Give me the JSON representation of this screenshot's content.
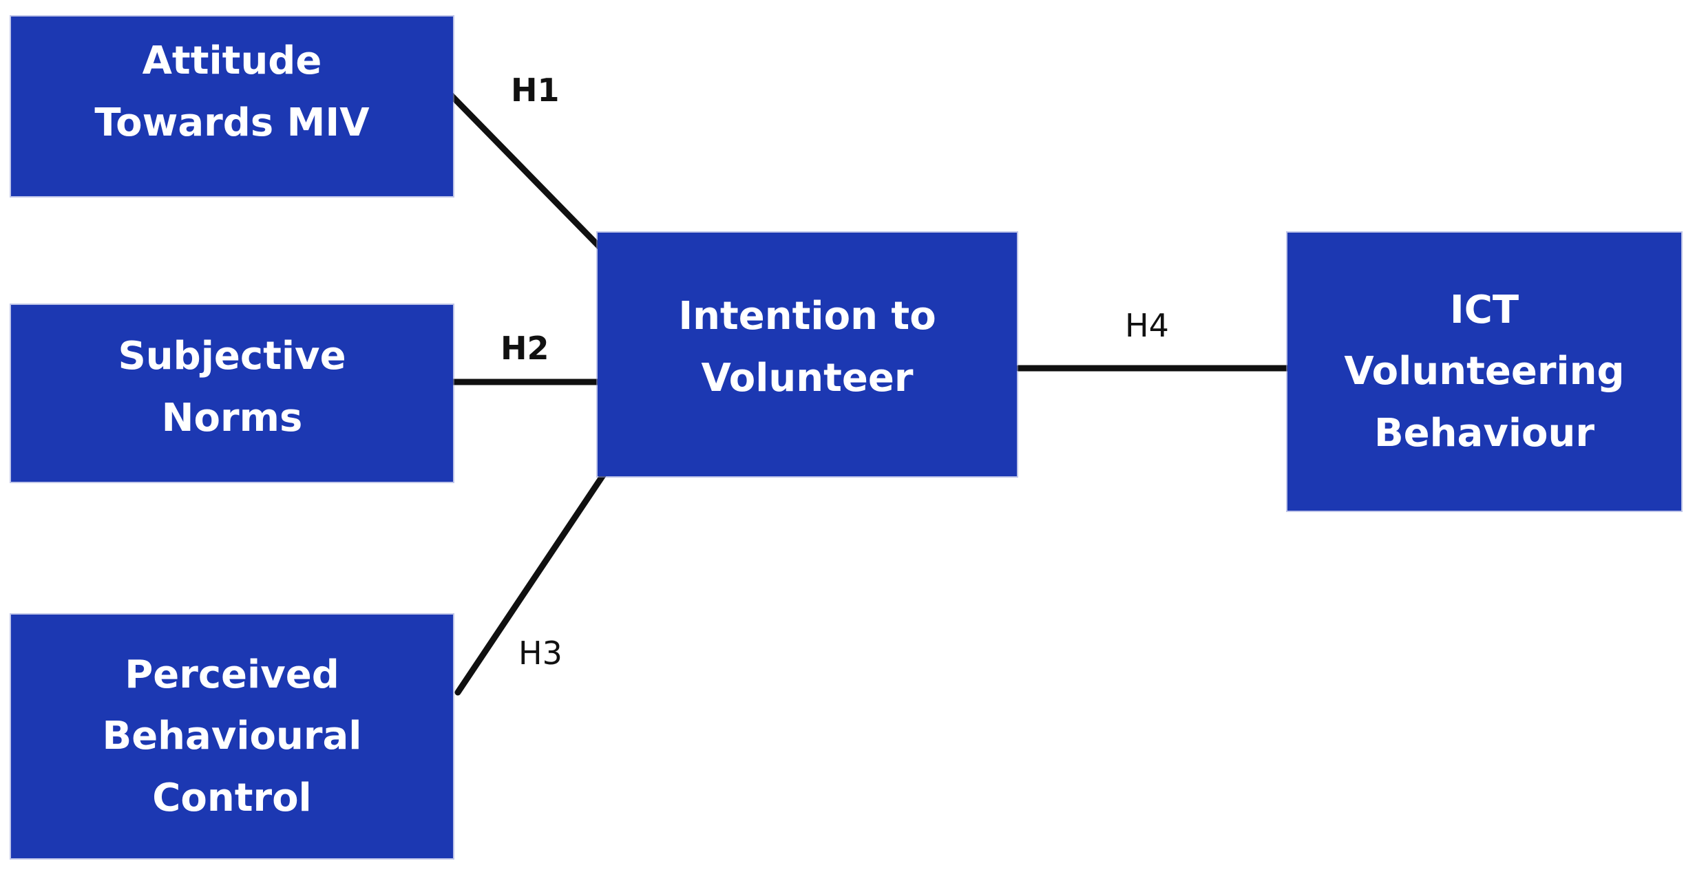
{
  "diagram": {
    "nodes": {
      "attitude": {
        "label": "Attitude\nTowards MIV"
      },
      "subjective_norms": {
        "label": "Subjective\nNorms"
      },
      "perceived_behavioural_control": {
        "label": "Perceived\nBehavioural\nControl"
      },
      "intention": {
        "label": "Intention to\nVolunteer"
      },
      "ict_volunteering_behaviour": {
        "label": "ICT\nVolunteering\nBehaviour"
      }
    },
    "edges": {
      "h1": {
        "label": "H1",
        "from": "attitude",
        "to": "intention"
      },
      "h2": {
        "label": "H2",
        "from": "subjective_norms",
        "to": "intention"
      },
      "h3": {
        "label": "H3",
        "from": "perceived_behavioural_control",
        "to": "intention"
      },
      "h4": {
        "label": "H4",
        "from": "intention",
        "to": "ict_volunteering_behaviour"
      }
    },
    "colors": {
      "node_fill": "#1C38B2",
      "node_text": "#FFFFFF",
      "connector": "#101010",
      "edge_label": "#111111",
      "background": "#FFFFFF"
    }
  }
}
